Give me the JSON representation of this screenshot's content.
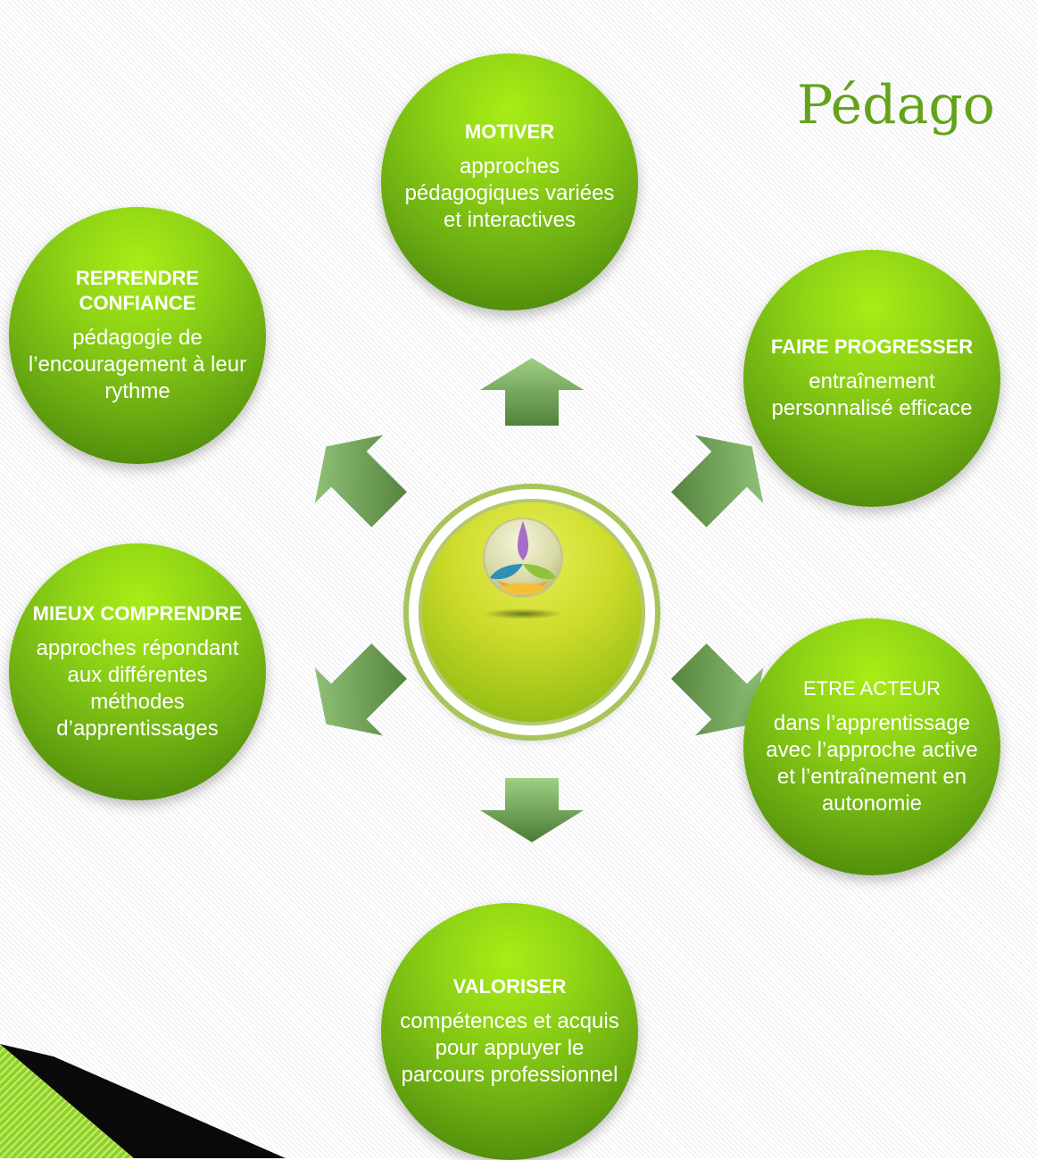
{
  "title": "Pédago",
  "nodes": {
    "top": {
      "heading": "MOTIVER",
      "body": "approches pédagogiques variées et interactives"
    },
    "tl": {
      "heading": "REPRENDRE CONFIANCE",
      "body": "pédagogie de l’encouragement à leur rythme"
    },
    "tr": {
      "heading": "FAIRE PROGRESSER",
      "body": "entraînement personnalisé efficace"
    },
    "bl": {
      "heading": "MIEUX COMPRENDRE",
      "body": "approches répondant aux différentes méthodes d’apprentissages"
    },
    "br": {
      "heading": "ETRE ACTEUR",
      "body": "dans l’apprentissage avec l’approche active et l’entraînement en autonomie"
    },
    "bottom": {
      "heading": "VALORISER",
      "body": "compétences et acquis pour appuyer le parcours professionnel"
    }
  },
  "center_logo": "trefoil-logo-icon"
}
